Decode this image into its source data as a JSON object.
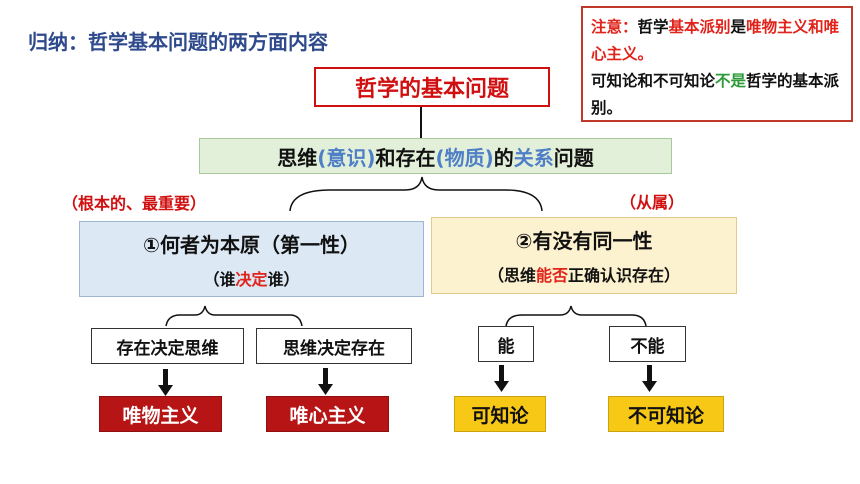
{
  "title": "归纳：哲学基本问题的两方面内容",
  "note": {
    "line1_a": "注意：",
    "line1_b": "哲学",
    "line1_c": "基本派别",
    "line1_d": "是",
    "line1_e": "唯物主义和唯心主义。",
    "line2_a": "可知论和不可知论",
    "line2_b": "不是",
    "line2_c": "哲学的基本派别。"
  },
  "root": "哲学的基本问题",
  "relation": {
    "p1": "思维",
    "p2": "(意识)",
    "p3": "和存在",
    "p4": "(物质)",
    "p5": "的",
    "p6": "关系",
    "p7": "问题"
  },
  "tag_left": "（根本的、最重要）",
  "tag_right": "（从属）",
  "aspect1": {
    "heading": "①何者为本原（第一性）",
    "sub_a": "（谁",
    "sub_b": "决定",
    "sub_c": "谁）"
  },
  "aspect2": {
    "heading": "②有没有同一性",
    "sub_a": "（思维",
    "sub_b": "能否",
    "sub_c": "正确认识存在）"
  },
  "branches": {
    "b1": "存在决定思维",
    "b2": "思维决定存在",
    "b3": "能",
    "b4": "不能"
  },
  "results": {
    "r1": "唯物主义",
    "r2": "唯心主义",
    "r3": "可知论",
    "r4": "不可知论"
  }
}
